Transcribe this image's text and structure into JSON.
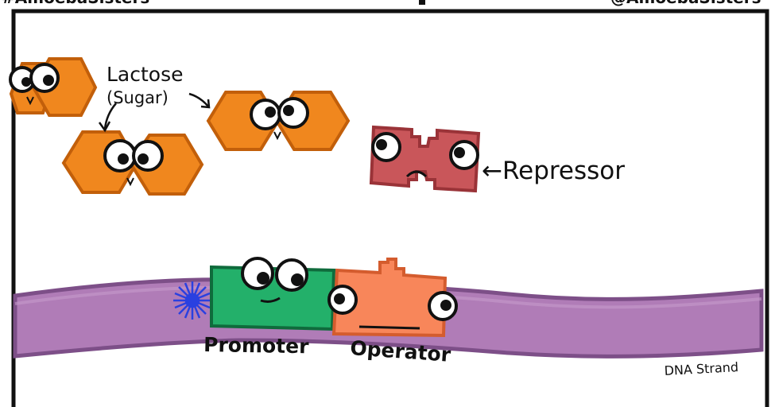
{
  "header": {
    "left_handle": "#AmoebaSisters",
    "right_handle": "@AmoebaSisters"
  },
  "labels": {
    "lactose": "Lactose",
    "sugar": "(Sugar)",
    "repressor": "←Repressor",
    "promoter": "Promoter",
    "operator": "Operator",
    "dna_strand": "DNA Strand"
  },
  "colors": {
    "lactose": "#f0871e",
    "repressor": "#c9565a",
    "promoter": "#23b06a",
    "operator": "#f8865a",
    "dna": "#b07cb7",
    "rna_polymerase": "#2a40e0"
  }
}
